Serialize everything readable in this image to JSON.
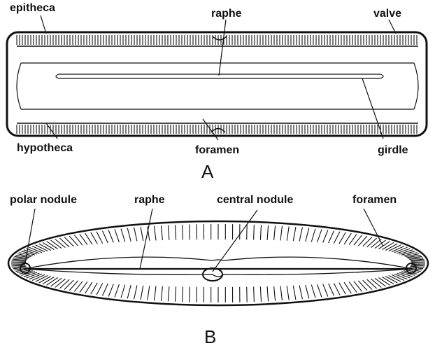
{
  "figure_a": {
    "caption": "A",
    "labels": {
      "epitheca": "epitheca",
      "raphe": "raphe",
      "valve": "valve",
      "hypotheca": "hypotheca",
      "foramen": "foramen",
      "girdle": "girdle"
    }
  },
  "figure_b": {
    "caption": "B",
    "labels": {
      "polar_nodule": "polar nodule",
      "raphe": "raphe",
      "central_nodule": "central nodule",
      "foramen": "foramen"
    }
  },
  "colors": {
    "ink": "#111111",
    "background": "#ffffff"
  }
}
